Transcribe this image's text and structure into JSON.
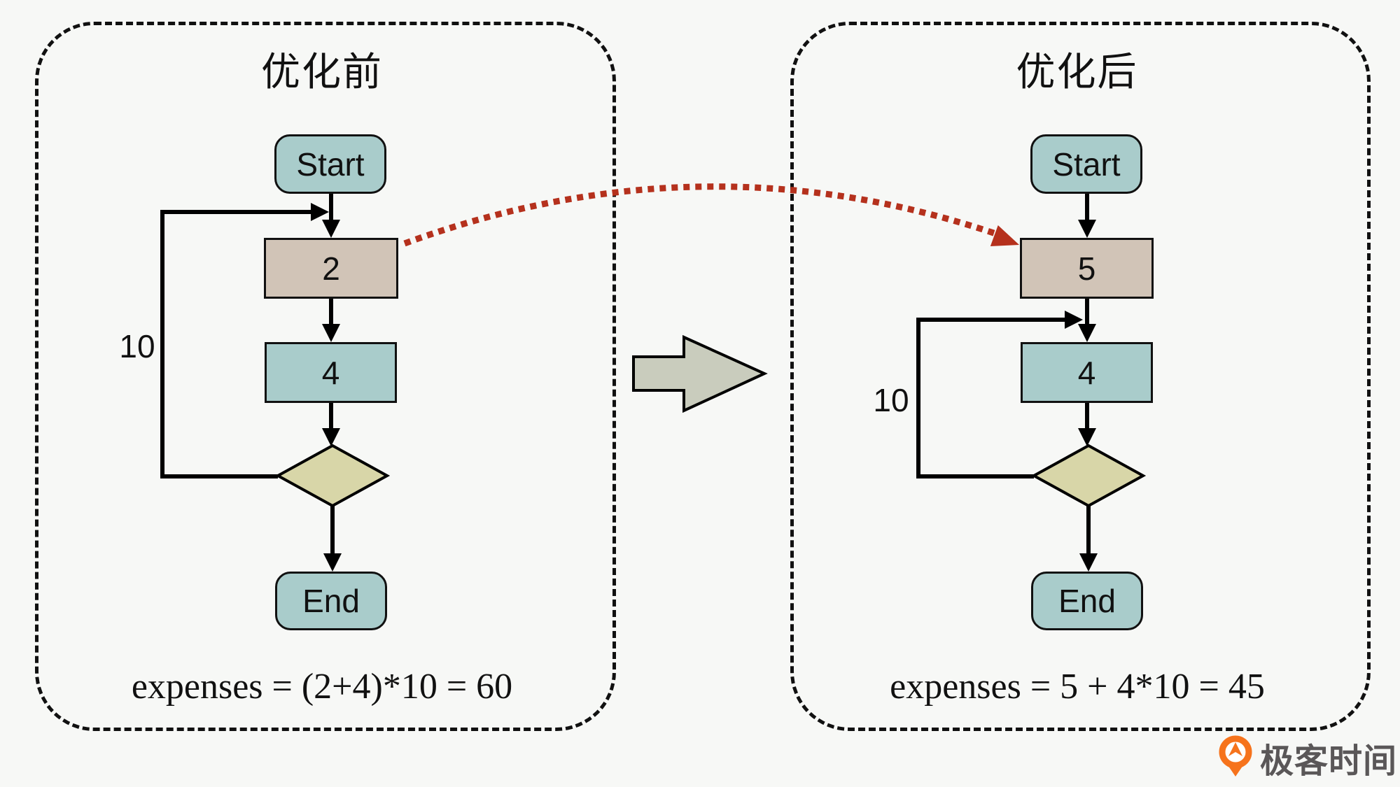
{
  "canvas": {
    "background": "#f7f8f6"
  },
  "panels": [
    {
      "title": "优化前",
      "nodes": {
        "start": "Start",
        "cost": "2",
        "body": "4",
        "end": "End"
      },
      "loop_label": "10",
      "formula": "expenses = (2+4)*10 = 60"
    },
    {
      "title": "优化后",
      "nodes": {
        "start": "Start",
        "cost": "5",
        "body": "4",
        "end": "End"
      },
      "loop_label": "10",
      "formula": "expenses = 5 + 4*10 = 45"
    }
  ],
  "colors": {
    "canvas_bg": "#f7f8f6",
    "panel_border": "#111111",
    "terminal_fill": "#a9cccb",
    "process_teal": "#a9cccb",
    "process_tan": "#d1c4b7",
    "diamond_fill": "#d8d6a8",
    "block_arrow_fill": "#c9ccbd",
    "connector": "#000000",
    "red_dotted": "#b5311d",
    "logo_orange": "#f6731c",
    "logo_text": "#5a5758"
  },
  "logo": {
    "text": "极客时间"
  }
}
